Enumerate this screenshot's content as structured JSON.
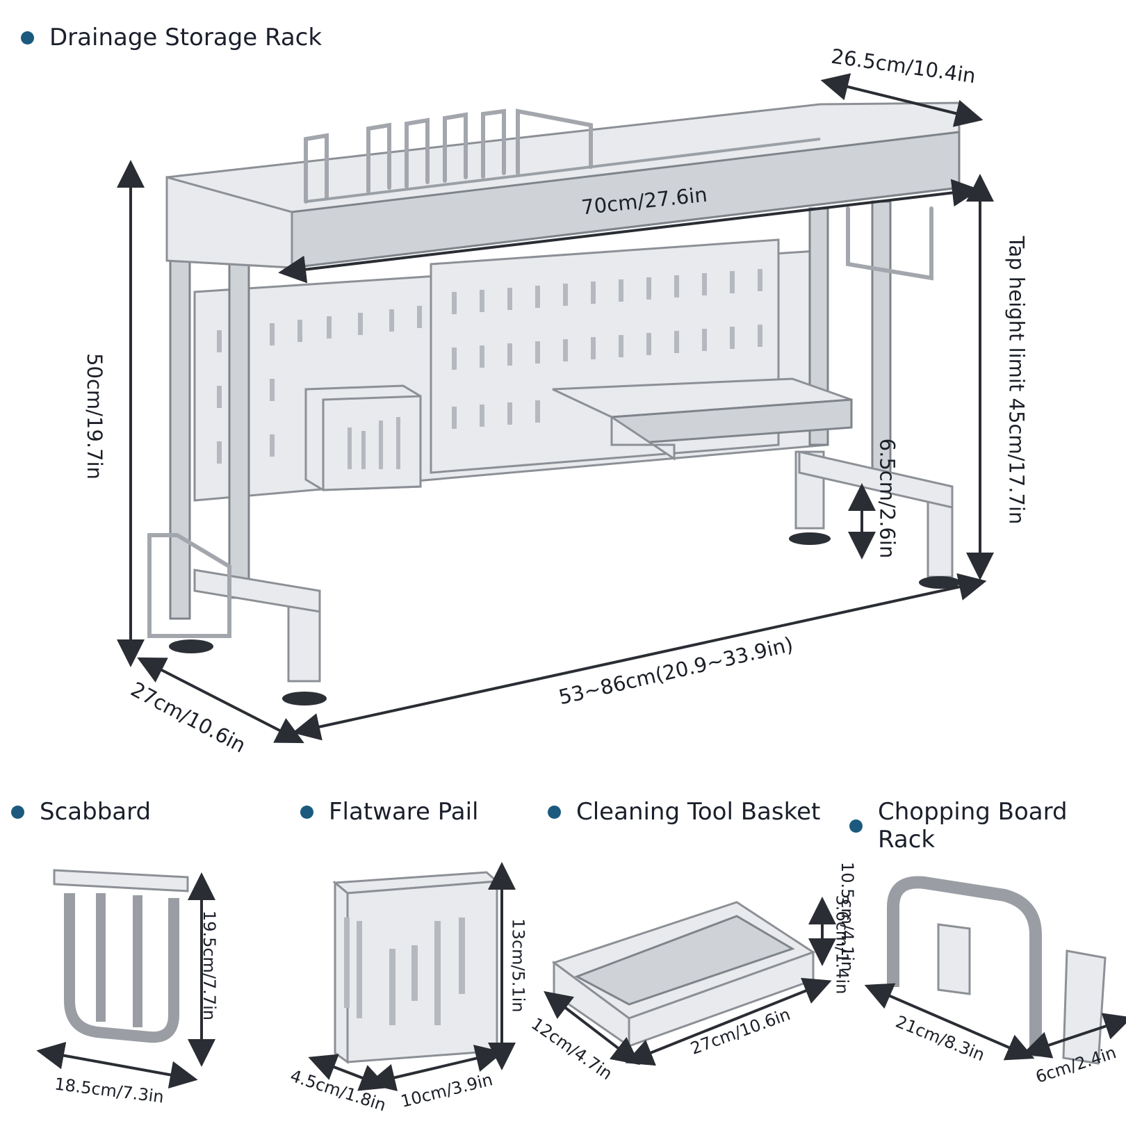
{
  "main": {
    "title": "Drainage Storage Rack",
    "dims": {
      "depth_top": "26.5cm/10.4in",
      "length": "70cm/27.6in",
      "height": "50cm/19.7in",
      "tap_limit": "Tap height limit 45cm/17.7in",
      "leg_adjust": "6.5cm/2.6in",
      "width_range": "53~86cm(20.9~33.9in)",
      "depth_base": "27cm/10.6in"
    }
  },
  "accessories": {
    "scabbard": {
      "title": "Scabbard",
      "width": "18.5cm/7.3in",
      "height": "19.5cm/7.7in"
    },
    "flatware_pail": {
      "title": "Flatware Pail",
      "height": "13cm/5.1in",
      "depth": "4.5cm/1.8in",
      "width": "10cm/3.9in"
    },
    "cleaning_basket": {
      "title": "Cleaning Tool Basket",
      "depth": "12cm/4.7in",
      "length": "27cm/10.6in",
      "height": "3.6cm/1.4in",
      "back_height": "10.5cm/4.1in"
    },
    "chopping_board_rack": {
      "title": "Chopping Board Rack",
      "width": "21cm/8.3in",
      "depth": "6cm/2.4in"
    }
  },
  "colors": {
    "bullet": "#1b5a7e",
    "steel": "#e8eaed",
    "steel_edge": "#8c9096"
  }
}
